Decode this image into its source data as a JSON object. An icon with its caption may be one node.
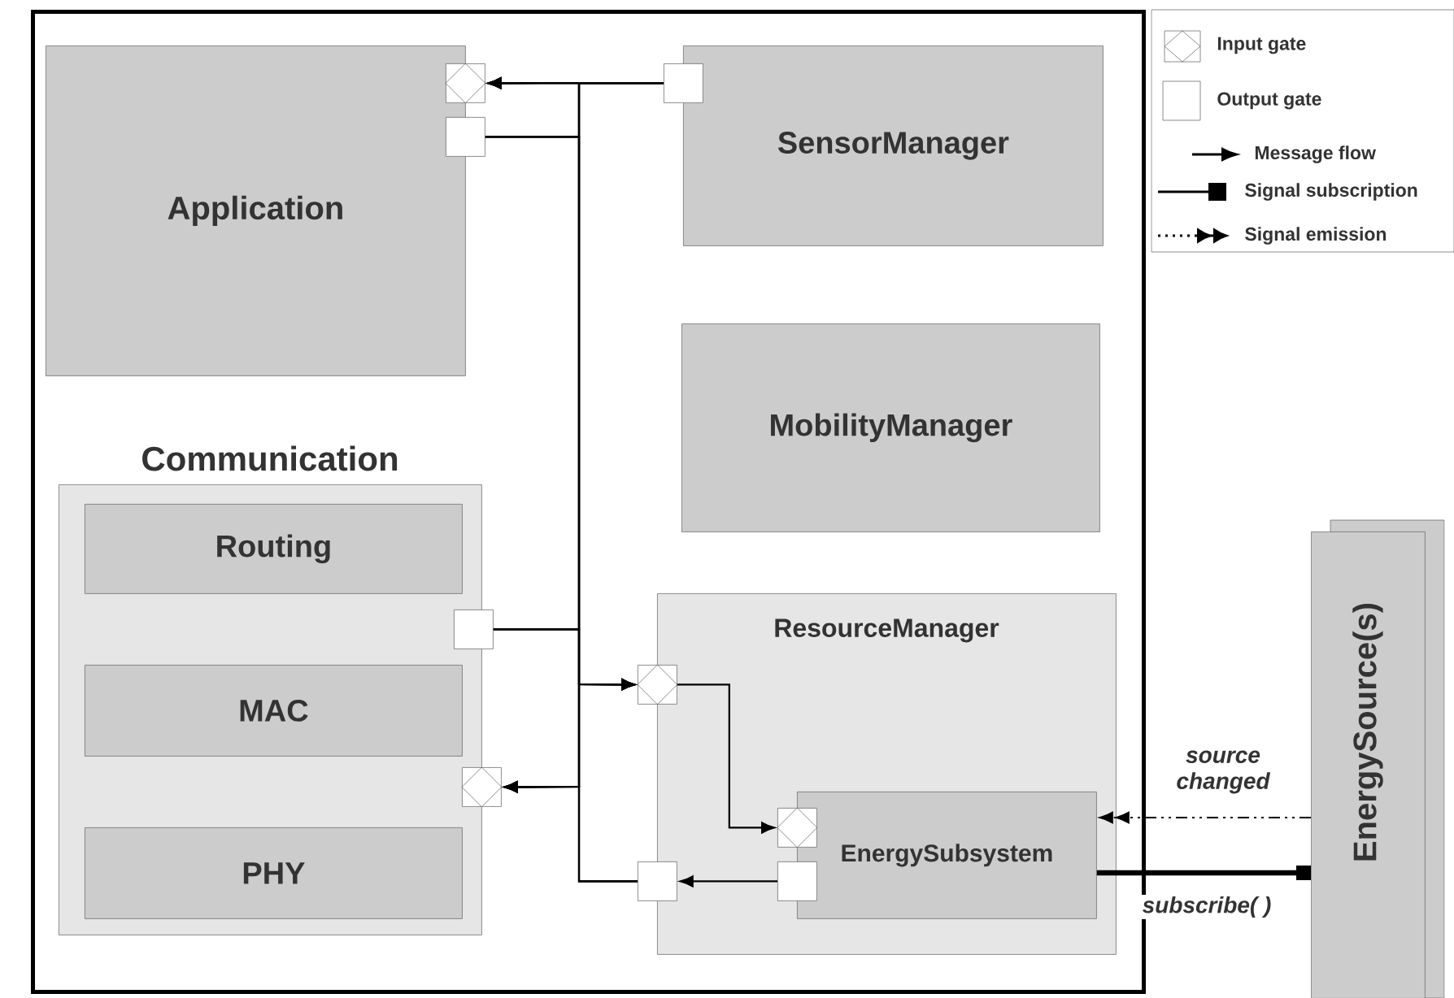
{
  "diagram": {
    "nodes": [
      {
        "text": [],
        "shape": "box"
      },
      {
        "text": [
          "Application"
        ],
        "in": 0
      },
      {
        "text": [
          "SensorManager"
        ],
        "in": 0
      },
      {
        "text": [
          "MobilityManager"
        ],
        "in": 0
      },
      {
        "text": [
          "Communication"
        ],
        "in": 0
      },
      {
        "text": [
          "Routing"
        ],
        "in": 4
      },
      {
        "text": [
          "MAC"
        ],
        "in": 4
      },
      {
        "text": [
          "PHY"
        ],
        "in": 4
      },
      {
        "text": [
          "ResourceManager"
        ],
        "in": 0
      },
      {
        "text": [
          "EnergySubsystem"
        ],
        "in": 8
      },
      {
        "text": [
          "EnergySource(s)"
        ]
      },
      {
        "text": [],
        "shape": "diamond",
        "in": 0
      },
      {
        "text": [],
        "shape": "box",
        "in": 0
      },
      {
        "text": [],
        "shape": "box",
        "in": 0
      },
      {
        "text": [],
        "shape": "box",
        "in": 0
      },
      {
        "text": [],
        "shape": "diamond",
        "in": 0
      },
      {
        "text": [],
        "shape": "diamond",
        "in": 0
      },
      {
        "text": [],
        "shape": "box",
        "in": 0
      },
      {
        "text": [],
        "shape": "diamond",
        "in": 8
      },
      {
        "text": [],
        "shape": "box",
        "in": 8
      }
    ],
    "edges": [
      {
        "from": 13,
        "to": 11,
        "arrow": "to"
      },
      {
        "from": 13,
        "to": 16,
        "arrow": "to"
      },
      {
        "from": 13,
        "to": 15,
        "arrow": "to"
      },
      {
        "from": 12,
        "to": 11,
        "arrow": "to"
      },
      {
        "from": 12,
        "to": 16,
        "arrow": "to"
      },
      {
        "from": 12,
        "to": 15,
        "arrow": "to"
      },
      {
        "from": 14,
        "to": 11,
        "arrow": "to"
      },
      {
        "from": 14,
        "to": 16,
        "arrow": "to"
      },
      {
        "from": 14,
        "to": 15,
        "arrow": "to"
      },
      {
        "from": 17,
        "to": 11,
        "arrow": "to"
      },
      {
        "from": 17,
        "to": 16,
        "arrow": "to"
      },
      {
        "from": 17,
        "to": 15,
        "arrow": "to"
      },
      {
        "from": 16,
        "to": 18,
        "arrow": "to"
      },
      {
        "from": 19,
        "to": 17,
        "arrow": "to"
      },
      {
        "from": 10,
        "to": 9,
        "arrow": "to",
        "style": "dashed",
        "label": "source changed"
      },
      {
        "from": 9,
        "to": 10,
        "arrow": "other",
        "style": "thick",
        "label": "subscribe( )"
      }
    ],
    "legend": [
      {
        "text": "Input gate"
      },
      {
        "text": "Output gate"
      },
      {
        "text": "Message flow"
      },
      {
        "text": "Signal subscription"
      },
      {
        "text": "Signal emission"
      }
    ]
  }
}
